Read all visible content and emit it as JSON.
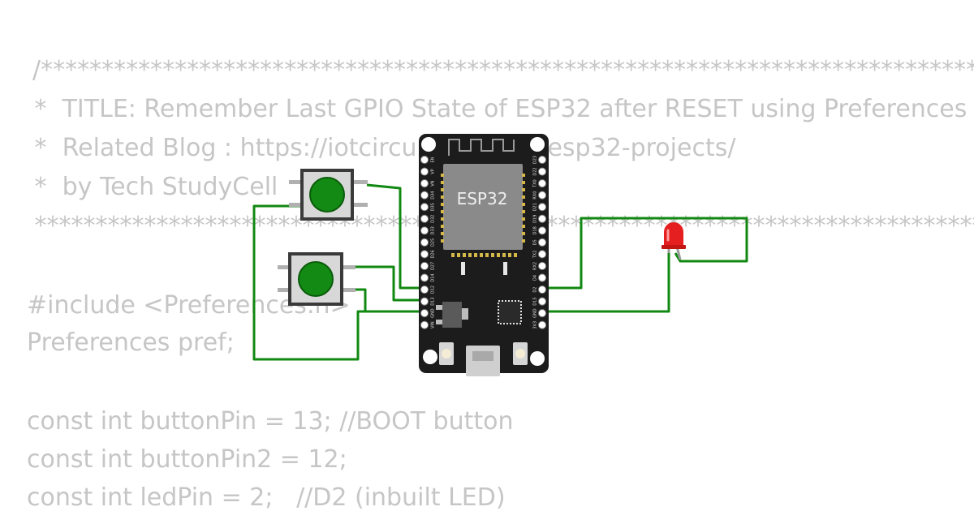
{
  "code": {
    "lines": [
      "/*******************************************************************************************",
      " *  TITLE: Remember Last GPIO State of ESP32 after RESET using Preferences",
      " *  Related Blog : https://iotcircuithub.com/esp32-projects/",
      " *  by Tech StudyCell",
      " *******************************************************************************************/",
      "#include <Preferences.h>",
      "Preferences pref;",
      "const int buttonPin = 13; //BOOT button",
      "const int buttonPin2 = 12;",
      "const int ledPin = 2;   //D2 (inbuilt LED)"
    ]
  },
  "board": {
    "label": "ESP32",
    "left_pins": [
      "EN",
      "VP",
      "VN",
      "D34",
      "D35",
      "D32",
      "D33",
      "D25",
      "D26",
      "D27",
      "D14",
      "D12",
      "D13",
      "GND",
      "VIN"
    ],
    "right_pins": [
      "D23",
      "D22",
      "TX0",
      "RX0",
      "D21",
      "D19",
      "D18",
      "D5",
      "TX2",
      "RX2",
      "D4",
      "D2",
      "D15",
      "GND",
      "3V3"
    ]
  },
  "colors": {
    "wire": "#118811",
    "button_cap": "#138a13",
    "board": "#1c1c1c",
    "module": "#8a8a8a",
    "led": "#e51f1f",
    "code_text": "#c6c6c6"
  }
}
